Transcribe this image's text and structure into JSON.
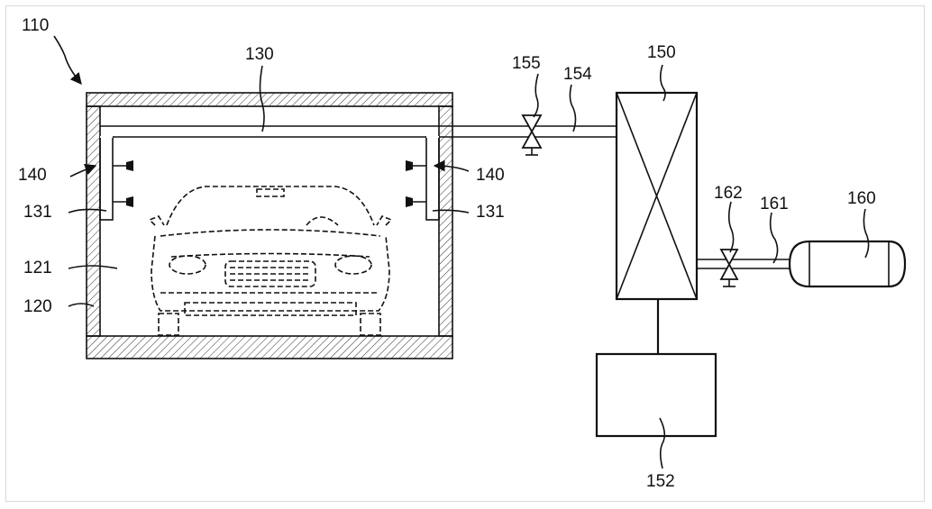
{
  "labels": {
    "system": "110",
    "chamber": "120",
    "space": "121",
    "pipe_main": "130",
    "branch_left": "131",
    "branch_right": "131",
    "nozzle_left": "140",
    "nozzle_right": "140",
    "heat_exchanger": "150",
    "unit": "152",
    "line": "154",
    "valve_top": "155",
    "tank": "160",
    "line_tank": "161",
    "valve_tank": "162"
  }
}
